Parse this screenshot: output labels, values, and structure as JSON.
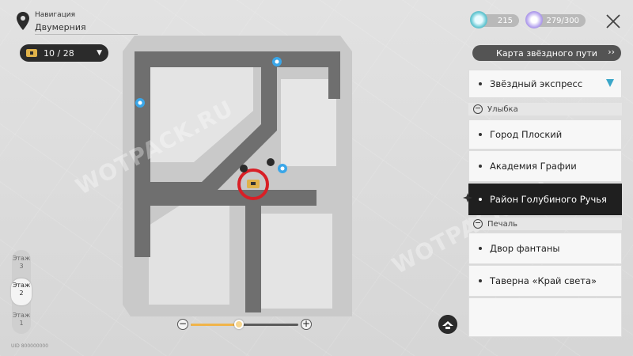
{
  "nav": {
    "title": "Навигация",
    "subtitle": "Двумерния"
  },
  "chest_counter": {
    "text": "10 / 28",
    "icon": "chest-icon"
  },
  "resources": {
    "first": {
      "value": "215",
      "icon": "fuel-orb-icon",
      "color": "#6ccbd6"
    },
    "second": {
      "value": "279/300",
      "icon": "trailblaze-power-icon",
      "color": "#b8a6ef"
    }
  },
  "star_map_button": {
    "label": "Карта звёздного пути",
    "arrow": "››"
  },
  "locations": {
    "express": {
      "label": "Звёздный экспресс"
    },
    "section_smile": {
      "label": "Улыбка"
    },
    "smile_items": [
      {
        "label": "Город Плоский"
      },
      {
        "label": "Академия Графии"
      },
      {
        "label": "Район Голубиного Ручья",
        "active": true
      }
    ],
    "section_sad": {
      "label": "Печаль"
    },
    "sad_items": [
      {
        "label": "Двор фантаны"
      },
      {
        "label": "Таверна «Край света»"
      }
    ]
  },
  "floors": [
    {
      "label": "Этаж",
      "number": "3"
    },
    {
      "label": "Этаж",
      "number": "2",
      "active": true
    },
    {
      "label": "Этаж",
      "number": "1"
    }
  ],
  "zoom": {
    "minus": "−",
    "plus": "+",
    "level": 0.45
  },
  "uid": "UID 800000000",
  "watermark": "WOTPACK.RU",
  "colors": {
    "active_item": "#1f1f1f",
    "zoom_fill": "#f0b44a",
    "marker_ring": "#d81f26",
    "teleport": "#3aa6e8"
  }
}
